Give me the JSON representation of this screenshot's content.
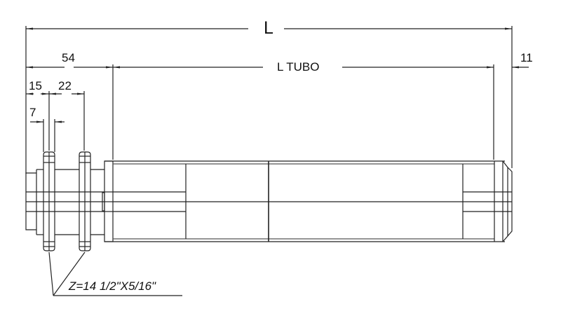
{
  "drawing": {
    "title": "Roller with double sprocket - technical drawing",
    "colors": {
      "line": "#222222",
      "background": "#ffffff",
      "tube_wall": "#888888"
    },
    "dimensions": {
      "total_length": "L",
      "tube_length": "L TUBO",
      "left_offset": "54",
      "right_offset": "11",
      "first_sprocket_offset": "15",
      "sprocket_spacing": "22",
      "sprocket_width": "7"
    },
    "callout": {
      "sprocket_spec": "Z=14 1/2\"X5/16\""
    }
  }
}
